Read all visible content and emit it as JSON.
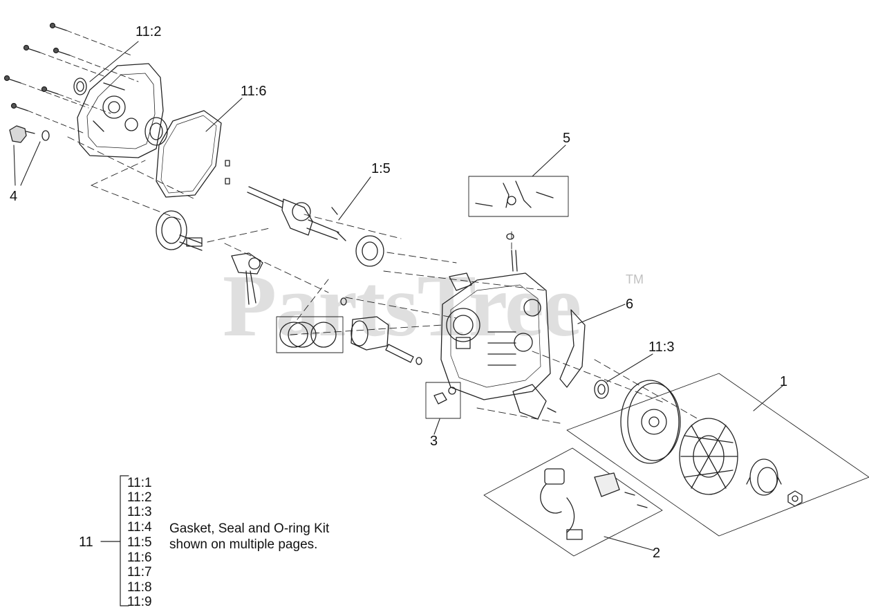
{
  "callouts": {
    "c_11_2": "11:2",
    "c_11_6": "11:6",
    "c_4": "4",
    "c_1_5": "1:5",
    "c_5": "5",
    "c_6": "6",
    "c_11_3": "11:3",
    "c_1": "1",
    "c_3": "3",
    "c_2": "2"
  },
  "kit": {
    "number": "11",
    "items": [
      "11:1",
      "11:2",
      "11:3",
      "11:4",
      "11:5",
      "11:6",
      "11:7",
      "11:8",
      "11:9"
    ],
    "note_line1": "Gasket, Seal and O-ring Kit",
    "note_line2": "shown on multiple pages."
  },
  "watermark": {
    "brand": "PartsTree",
    "trademark": "TM"
  },
  "colors": {
    "line": "#222222",
    "watermark": "#aaaaaa"
  }
}
